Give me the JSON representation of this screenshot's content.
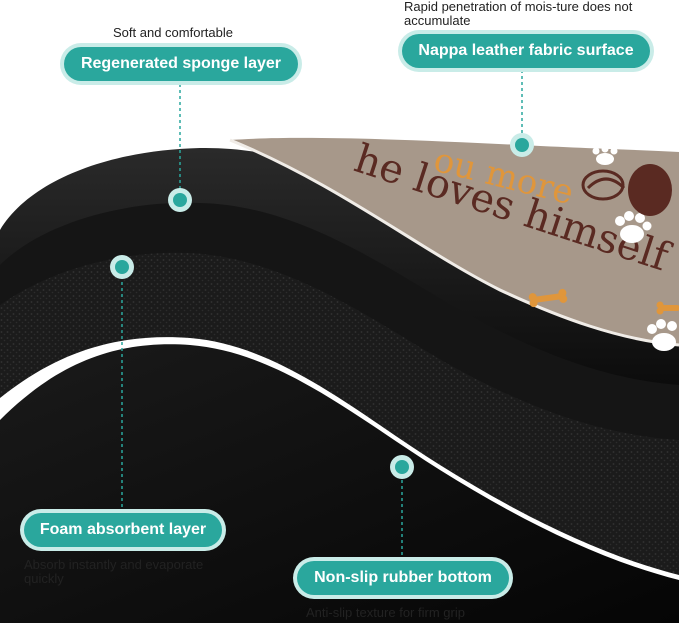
{
  "callouts": {
    "sponge": {
      "label": "Regenerated sponge layer",
      "caption": "Soft and comfortable"
    },
    "nappa": {
      "label": "Nappa leather fabric surface",
      "caption": "Rapid penetration of mois-ture does not accumulate"
    },
    "foam": {
      "label": "Foam absorbent layer",
      "caption": "Absorb instantly and evaporate quickly"
    },
    "rubber": {
      "label": "Non-slip rubber bottom",
      "caption": "Anti-slip texture for firm grip"
    }
  },
  "mat_print": {
    "line1": "ou more",
    "line2": "he loves himself"
  },
  "colors": {
    "accent": "#2aa79d",
    "accent_glow": "#c9ece8",
    "mat_top": "#a7988a",
    "text_brown": "#5a2a22",
    "text_orange": "#e0963b"
  }
}
